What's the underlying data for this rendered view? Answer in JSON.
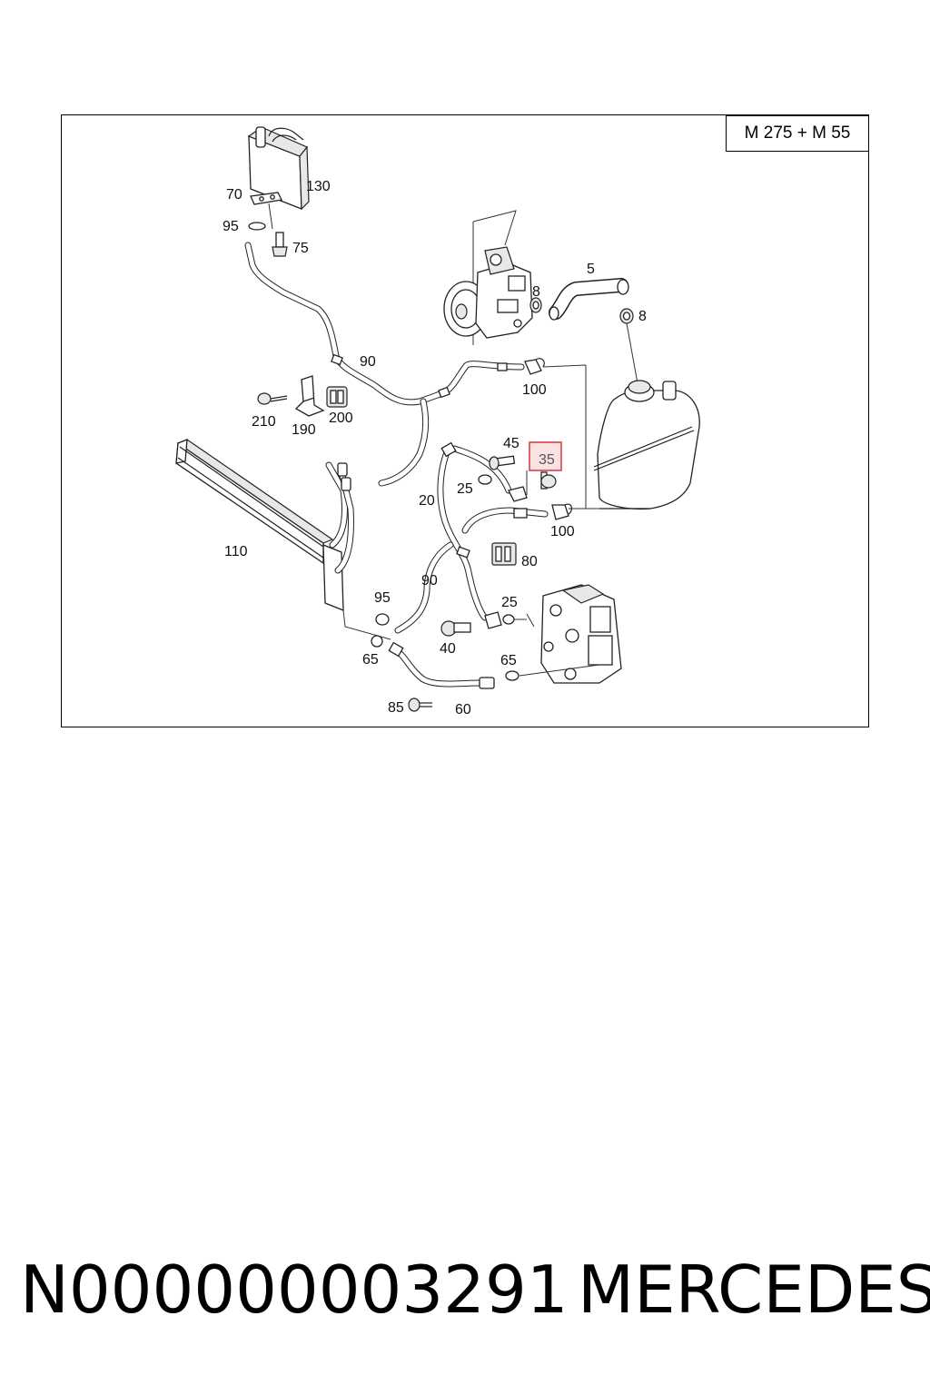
{
  "diagram": {
    "variant_label": "M 275 + M 55",
    "highlighted_callout": "35",
    "callouts": [
      {
        "id": "c130",
        "text": "130"
      },
      {
        "id": "c70",
        "text": "70"
      },
      {
        "id": "c95a",
        "text": "95"
      },
      {
        "id": "c75",
        "text": "75"
      },
      {
        "id": "c5",
        "text": "5"
      },
      {
        "id": "c8a",
        "text": "8"
      },
      {
        "id": "c8b",
        "text": "8"
      },
      {
        "id": "c90a",
        "text": "90"
      },
      {
        "id": "c100a",
        "text": "100"
      },
      {
        "id": "c210",
        "text": "210"
      },
      {
        "id": "c190",
        "text": "190"
      },
      {
        "id": "c200",
        "text": "200"
      },
      {
        "id": "c45",
        "text": "45"
      },
      {
        "id": "c25a",
        "text": "25"
      },
      {
        "id": "c20",
        "text": "20"
      },
      {
        "id": "c100b",
        "text": "100"
      },
      {
        "id": "c110",
        "text": "110"
      },
      {
        "id": "c80",
        "text": "80"
      },
      {
        "id": "c90b",
        "text": "90"
      },
      {
        "id": "c95b",
        "text": "95"
      },
      {
        "id": "c25b",
        "text": "25"
      },
      {
        "id": "c40",
        "text": "40"
      },
      {
        "id": "c65a",
        "text": "65"
      },
      {
        "id": "c65b",
        "text": "65"
      },
      {
        "id": "c85",
        "text": "85"
      },
      {
        "id": "c60",
        "text": "60"
      }
    ]
  },
  "footer": {
    "part_number": "N000000003291",
    "brand": "MERCEDES"
  },
  "colors": {
    "highlight_border": "#d9363e",
    "highlight_fill": "#fbe3e4",
    "line": "#222222"
  }
}
